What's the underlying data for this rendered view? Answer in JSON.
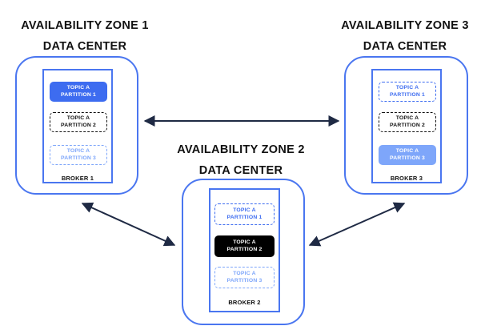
{
  "zones": [
    {
      "title": "AVAILABILITY ZONE 1",
      "datacenter_label": "DATA CENTER",
      "broker_label": "BROKER 1",
      "partitions": [
        {
          "line1": "TOPIC A",
          "line2": "PARTITION 1"
        },
        {
          "line1": "TOPIC A",
          "line2": "PARTITION 2"
        },
        {
          "line1": "TOPIC A",
          "line2": "PARTITION 3"
        }
      ]
    },
    {
      "title": "AVAILABILITY ZONE 2",
      "datacenter_label": "DATA CENTER",
      "broker_label": "BROKER 2",
      "partitions": [
        {
          "line1": "TOPIC A",
          "line2": "PARTITION 1"
        },
        {
          "line1": "TOPIC A",
          "line2": "PARTITION 2"
        },
        {
          "line1": "TOPIC A",
          "line2": "PARTITION 3"
        }
      ]
    },
    {
      "title": "AVAILABILITY ZONE 3",
      "datacenter_label": "DATA CENTER",
      "broker_label": "BROKER 3",
      "partitions": [
        {
          "line1": "TOPIC A",
          "line2": "PARTITION 1"
        },
        {
          "line1": "TOPIC A",
          "line2": "PARTITION 2"
        },
        {
          "line1": "TOPIC A",
          "line2": "PARTITION 3"
        }
      ]
    }
  ],
  "colors": {
    "border_blue": "#4a76f0",
    "leader_blue": "#3d6cf0",
    "light_blue": "#7ea6fa",
    "black": "#000000",
    "arrow": "#1f2a44"
  }
}
